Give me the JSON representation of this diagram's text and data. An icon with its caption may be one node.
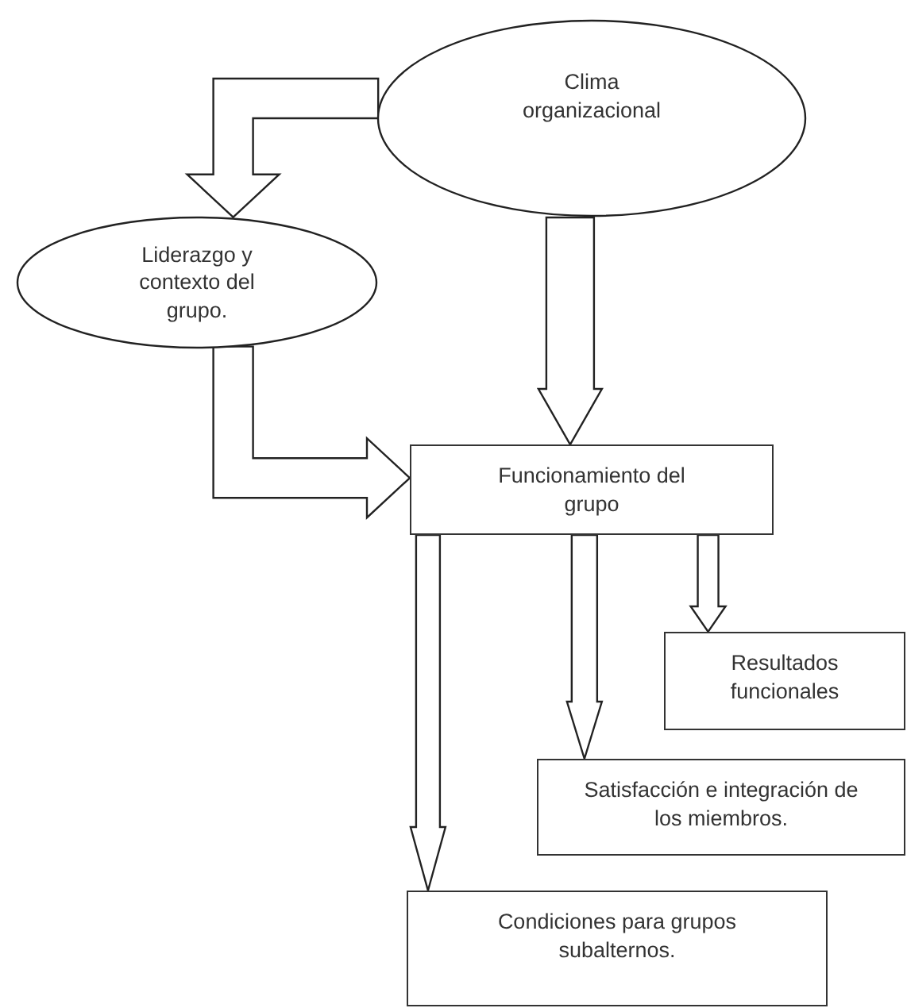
{
  "diagram": {
    "nodes": [
      {
        "text": [
          "Clima organizacional"
        ]
      },
      {
        "text": [
          "Liderazgo y contexto del grupo."
        ]
      },
      {
        "text": [
          "Funcionamiento del grupo"
        ]
      },
      {
        "text": [
          "Resultados funcionales"
        ]
      },
      {
        "text": [
          "Satisfacción e integración de los miembros."
        ]
      },
      {
        "text": [
          "Condiciones para grupos subalternos."
        ]
      }
    ],
    "edges": [
      {
        "from": 0,
        "to": 1,
        "arrow": "to"
      },
      {
        "from": 1,
        "to": 2,
        "arrow": "to"
      },
      {
        "from": 0,
        "to": 2,
        "arrow": "to"
      },
      {
        "from": 2,
        "to": 5,
        "arrow": "to"
      },
      {
        "from": 2,
        "to": 4,
        "arrow": "to"
      },
      {
        "from": 2,
        "to": 3,
        "arrow": "to"
      }
    ]
  }
}
